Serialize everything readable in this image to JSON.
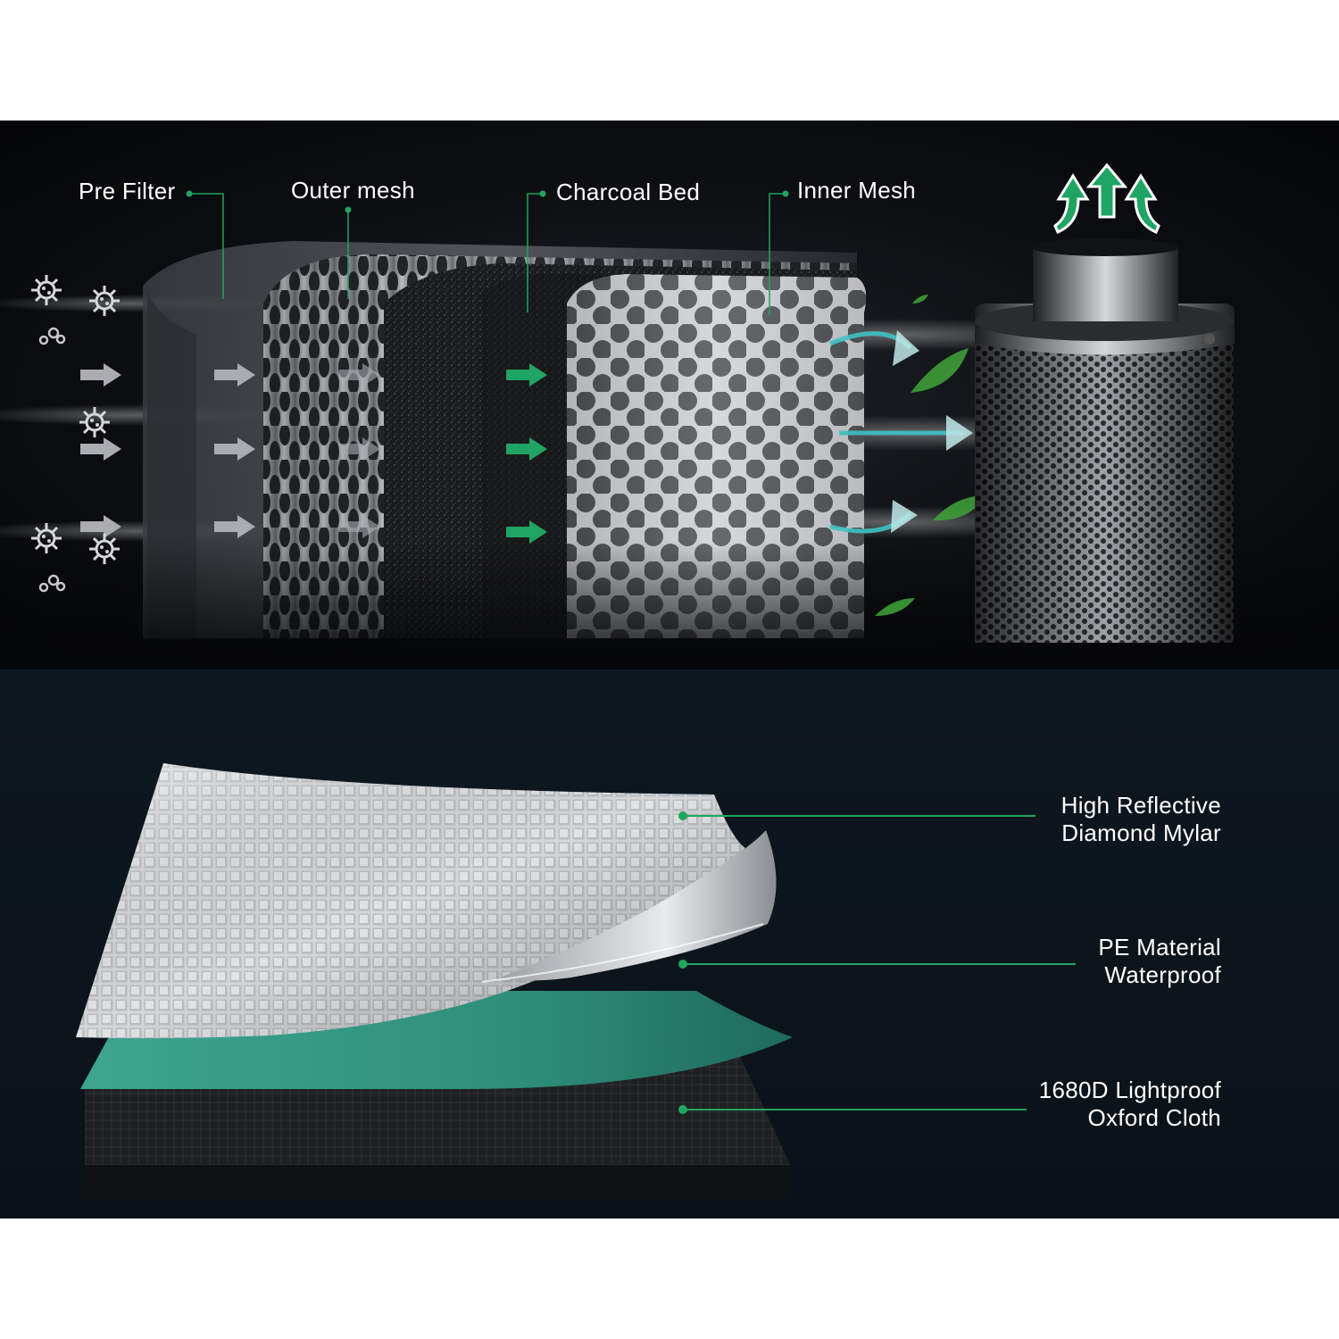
{
  "filter_section": {
    "labels": {
      "pre_filter": "Pre Filter",
      "outer_mesh": "Outer mesh",
      "charcoal_bed": "Charcoal Bed",
      "inner_mesh": "Inner Mesh"
    }
  },
  "fabric_section": {
    "labels": {
      "mylar_line1": "High Reflective",
      "mylar_line2": "Diamond Mylar",
      "pe_line1": "PE Material",
      "pe_line2": "Waterproof",
      "oxford_line1": "1680D Lightproof",
      "oxford_line2": "Oxford Cloth"
    }
  },
  "colors": {
    "accent_green": "#21a45f",
    "pe_teal": "#3ea58e",
    "text": "#ffffff"
  },
  "icons": {
    "particles": "virus-icon",
    "airflow": "arrow-right-icon",
    "exhaust": "arrow-up-icon",
    "leaves": "leaf-icon"
  }
}
